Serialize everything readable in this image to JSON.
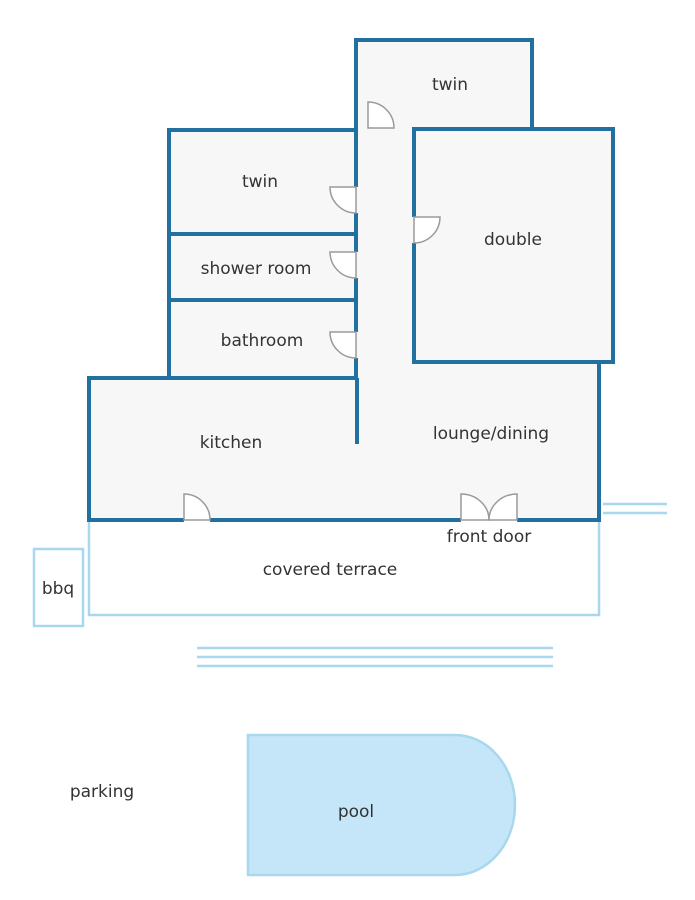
{
  "colors": {
    "wall": "#2270a0",
    "room_fill": "#f7f7f7",
    "outdoor_line": "#a8d8ee",
    "pool_fill": "#c5e5f8",
    "door": "#9a9a9a",
    "text": "#333333"
  },
  "rooms": {
    "twin_top": "twin",
    "twin_left": "twin",
    "double": "double",
    "shower_room": "shower room",
    "bathroom": "bathroom",
    "kitchen": "kitchen",
    "lounge_dining": "lounge/dining"
  },
  "outdoor": {
    "front_door": "front door",
    "covered_terrace": "covered terrace",
    "bbq": "bbq",
    "parking": "parking",
    "pool": "pool"
  }
}
